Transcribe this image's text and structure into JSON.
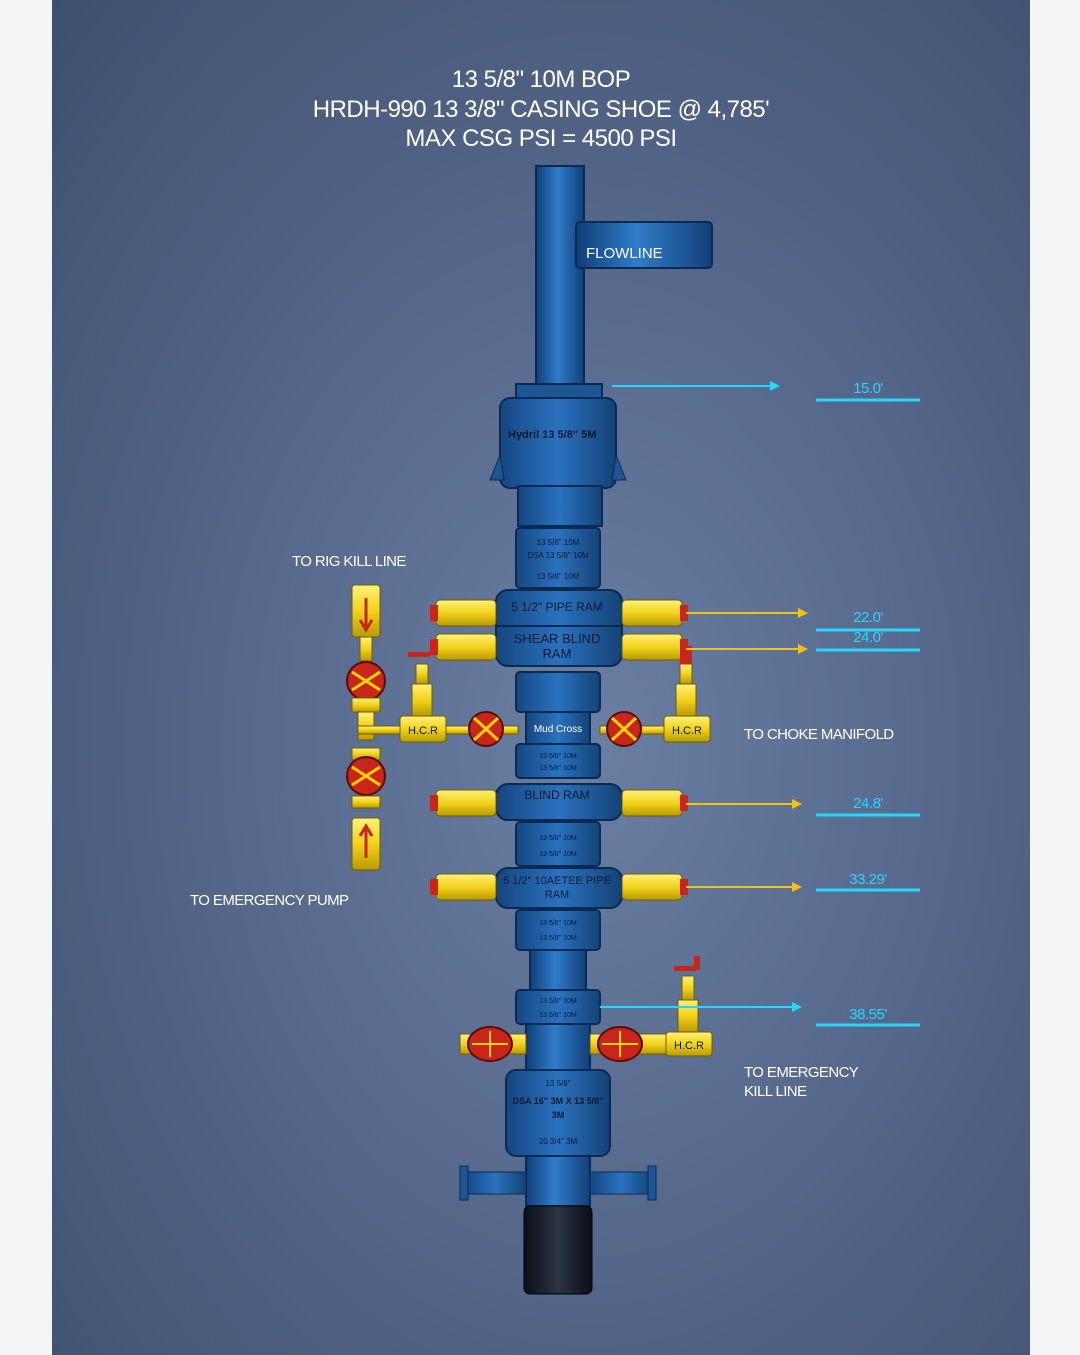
{
  "title": {
    "line1": "13 5/8\" 10M BOP",
    "line2": "HRDH-990 13 3/8\" CASING SHOE @ 4,785'",
    "line3": "MAX CSG PSI = 4500 PSI"
  },
  "components": {
    "flowline": "FLOWLINE",
    "annular": "Hydril 13 5/8\" 5M",
    "spool_top": [
      "13 5/8\" 10M",
      "DSA 13 5/8\" 10M",
      "13 5/8\" 10M"
    ],
    "pipe_ram_upper": "5 1/2\" PIPE RAM",
    "shear_ram": [
      "SHEAR BLIND",
      "RAM"
    ],
    "mud_cross": "Mud Cross",
    "spool_mid": [
      "13 5/8\" 10M",
      "13 5/8\" 10M"
    ],
    "blind_ram": "BLIND RAM",
    "spool_lower": [
      "13 5/8\" 10M",
      "13 5/8\" 10M"
    ],
    "pipe_ram_lower": [
      "5 1/2\" 10AETEE PIPE",
      "RAM"
    ],
    "spool_bottom": [
      "13 5/8\" 10M",
      "13 5/8\" 10M"
    ],
    "spool_base": [
      "13 5/8\" 10M",
      "13 5/8\" 10M"
    ],
    "dsa": [
      "13 5/8\"",
      "DSA 16\" 3M X 13 5/8\"",
      "3M",
      "20 3/4\" 3M"
    ],
    "hcr": "H.C.R"
  },
  "labels": {
    "rig_kill_line": "TO RIG KILL LINE",
    "emergency_pump": "TO EMERGENCY PUMP",
    "choke_manifold": "TO CHOKE MANIFOLD",
    "emergency_kill_line": [
      "TO EMERGENCY",
      "KILL LINE"
    ]
  },
  "measurements": [
    "15.0'",
    "22.0'",
    "24.0'",
    "24.8'",
    "33.29'",
    "38.55'"
  ],
  "colors": {
    "stack_blue": "#1f5fa8",
    "actuator_yellow": "#f2d21a",
    "valve_red": "#c8261a",
    "marker_cyan": "#27d6ff",
    "arrow_gold": "#f2c21a"
  }
}
